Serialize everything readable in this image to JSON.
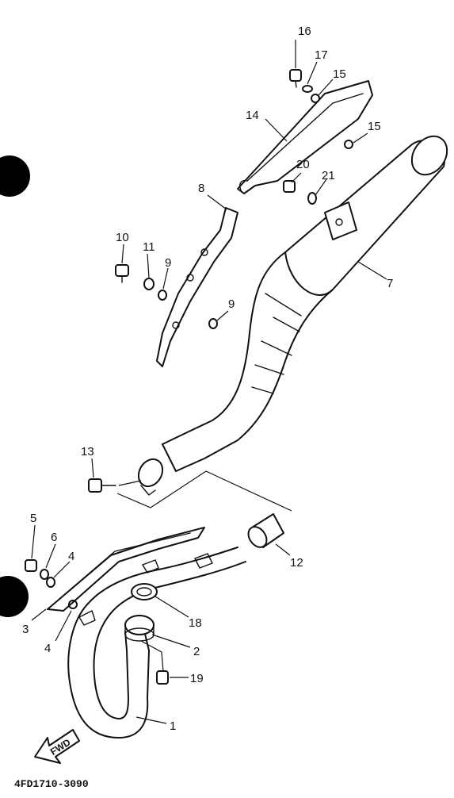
{
  "callouts": {
    "c1": "1",
    "c2": "2",
    "c3": "3",
    "c4a": "4",
    "c4b": "4",
    "c5": "5",
    "c6": "6",
    "c7": "7",
    "c8": "8",
    "c9a": "9",
    "c9b": "9",
    "c10": "10",
    "c11": "11",
    "c12": "12",
    "c13": "13",
    "c14": "14",
    "c15a": "15",
    "c15b": "15",
    "c16": "16",
    "c17": "17",
    "c18": "18",
    "c19": "19",
    "c20": "20",
    "c21": "21"
  },
  "fwd_label": "FWD",
  "diagram_code": "4FD1710-3090"
}
